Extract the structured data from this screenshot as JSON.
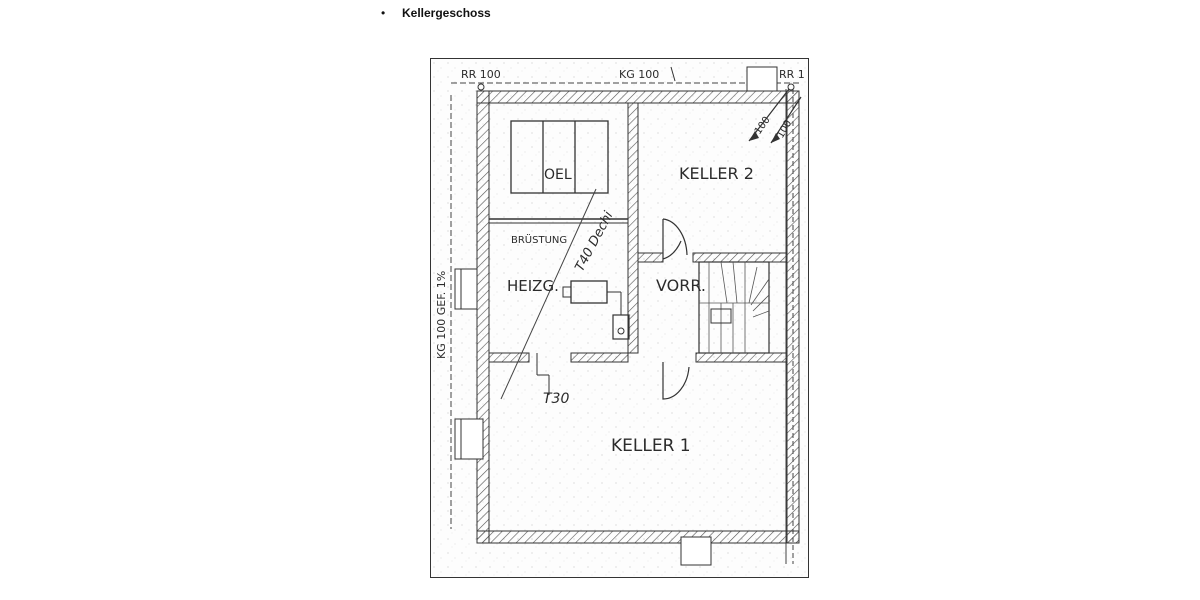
{
  "document": {
    "bullet": "•",
    "heading": "Kellergeschoss"
  },
  "floor_plan": {
    "labels": {
      "rr_top_left": "RR 100",
      "kg_top": "KG 100",
      "rr_top_right": "RR 1",
      "pipe_100_a": "100",
      "pipe_100_b": "100",
      "oel": "OEL",
      "keller_2": "KELLER 2",
      "bruestung": "BRÜSTUNG",
      "handwritten_diag": "T40 Dechi",
      "heizg": "HEIZG.",
      "vorr": "VORR.",
      "t30": "T30",
      "keller_1": "KELLER 1",
      "side_label": "KG 100 GEF. 1%"
    }
  }
}
